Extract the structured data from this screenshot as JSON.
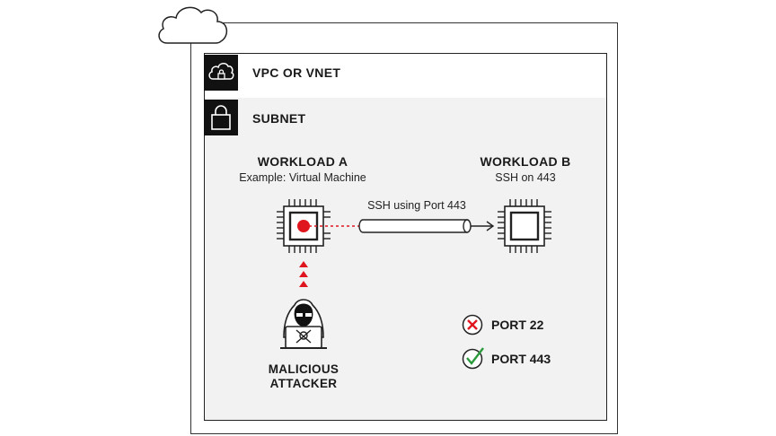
{
  "vpc": {
    "label": "VPC OR VNET",
    "icon": "cloud-lock-icon"
  },
  "subnet": {
    "label": "SUBNET",
    "icon": "padlock-icon"
  },
  "workload_a": {
    "title": "WORKLOAD A",
    "subtitle": "Example: Virtual Machine",
    "icon": "cpu-chip-compromised-icon"
  },
  "workload_b": {
    "title": "WORKLOAD B",
    "subtitle": "SSH on 443",
    "icon": "cpu-chip-icon"
  },
  "connection": {
    "label": "SSH using Port 443"
  },
  "attacker": {
    "line1": "MALICIOUS",
    "line2": "ATTACKER",
    "icon": "hooded-hacker-icon"
  },
  "ports": [
    {
      "label": "PORT 22",
      "status": "blocked",
      "icon": "x-circle-icon"
    },
    {
      "label": "PORT 443",
      "status": "allowed",
      "icon": "check-circle-icon"
    }
  ],
  "colors": {
    "alert": "#e0161e",
    "allowed": "#2a9a3a",
    "frame": "#222222",
    "subnet_bg": "#f2f2f2"
  }
}
